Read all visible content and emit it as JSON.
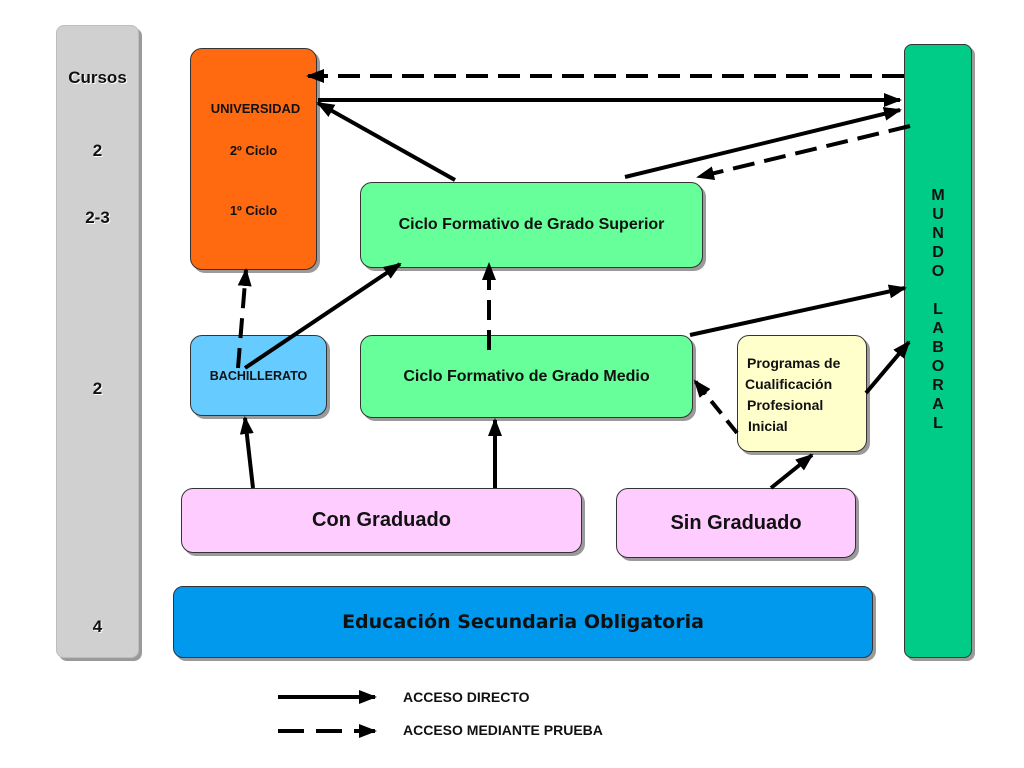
{
  "courses": {
    "title": "Cursos",
    "levels": [
      "2",
      "2-3",
      "2",
      "4"
    ]
  },
  "boxes": {
    "universidad": {
      "title": "UNIVERSIDAD",
      "cycle2": "2º Ciclo",
      "cycle1": "1º Ciclo"
    },
    "cfgs": "Ciclo Formativo de Grado Superior",
    "bachillerato": "BACHILLERATO",
    "cfgm": "Ciclo Formativo de Grado Medio",
    "pcpi": [
      "Programas de",
      "Cualificación",
      "Profesional",
      "Inicial"
    ],
    "con_graduado": "Con Graduado",
    "sin_graduado": "Sin Graduado",
    "eso": "Educación Secundaria Obligatoria",
    "mundo_laboral": [
      "M",
      "U",
      "N",
      "D",
      "O",
      "",
      "L",
      "A",
      "B",
      "O",
      "R",
      "A",
      "L"
    ]
  },
  "legend": {
    "direct": "ACCESO DIRECTO",
    "test": "ACCESO MEDIANTE PRUEBA"
  },
  "colors": {
    "universidad": "#ff6a10",
    "ciclo": "#66ff99",
    "bachillerato": "#66ccff",
    "pcpi": "#ffffcc",
    "graduado": "#ffccff",
    "eso": "#0099ee",
    "mundo_laboral": "#00cc88"
  }
}
